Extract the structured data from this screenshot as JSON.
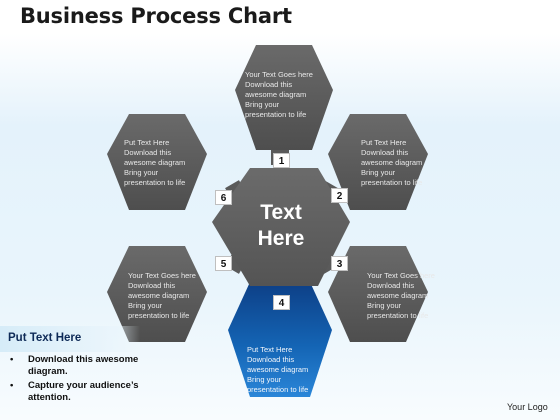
{
  "title": "Business Process Chart",
  "center": {
    "line1": "Text",
    "line2": "Here"
  },
  "hexagons": [
    {
      "num": "1",
      "lines": [
        "Your Text Goes here",
        "Download this",
        "awesome diagram",
        "Bring your",
        "presentation to life"
      ]
    },
    {
      "num": "2",
      "lines": [
        "Put Text Here",
        "Download this",
        "awesome diagram",
        "Bring your",
        "presentation to life"
      ]
    },
    {
      "num": "3",
      "lines": [
        "Your Text Goes here",
        "Download this",
        "awesome diagram",
        "Bring your",
        "presentation to life"
      ]
    },
    {
      "num": "4",
      "lines": [
        "Put Text Here",
        "Download this",
        "awesome diagram",
        "Bring your",
        "presentation to life"
      ]
    },
    {
      "num": "5",
      "lines": [
        "Your Text Goes here",
        "Download this",
        "awesome diagram",
        "Bring your",
        "presentation to life"
      ]
    },
    {
      "num": "6",
      "lines": [
        "Put Text Here",
        "Download this",
        "awesome diagram",
        "Bring your",
        "presentation to life"
      ]
    }
  ],
  "side_panel": {
    "heading": "Put Text Here",
    "bullets": [
      "Download this awesome diagram.",
      "Capture your audience’s attention."
    ]
  },
  "logo": "Your Logo",
  "colors": {
    "gray_hex": "#5e5e5e",
    "highlight_hex": "#1464b4",
    "heading_text": "#0e2a57"
  }
}
